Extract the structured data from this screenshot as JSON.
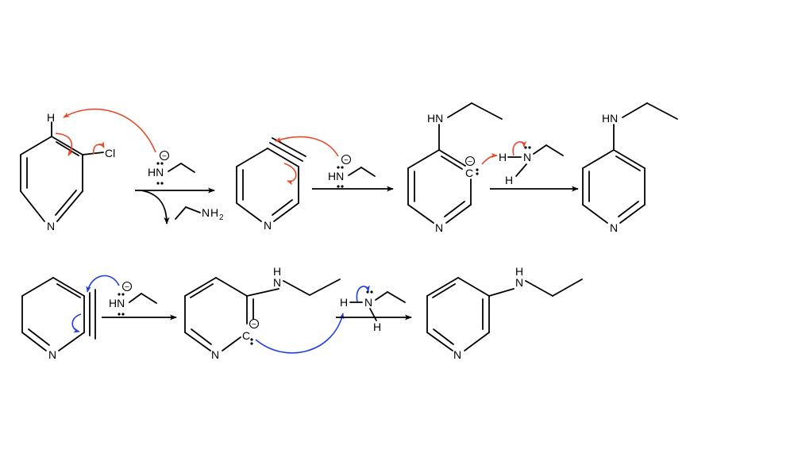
{
  "colors": {
    "red_arrow": "#e8482a",
    "blue_arrow": "#1f3fe0",
    "bond": "#000000",
    "background": "#ffffff"
  },
  "labels": {
    "H": "H",
    "Cl": "Cl",
    "N": "N",
    "HN": "HN",
    "NH": "NH",
    "C": "C",
    "two": "2",
    "minus": "−"
  }
}
